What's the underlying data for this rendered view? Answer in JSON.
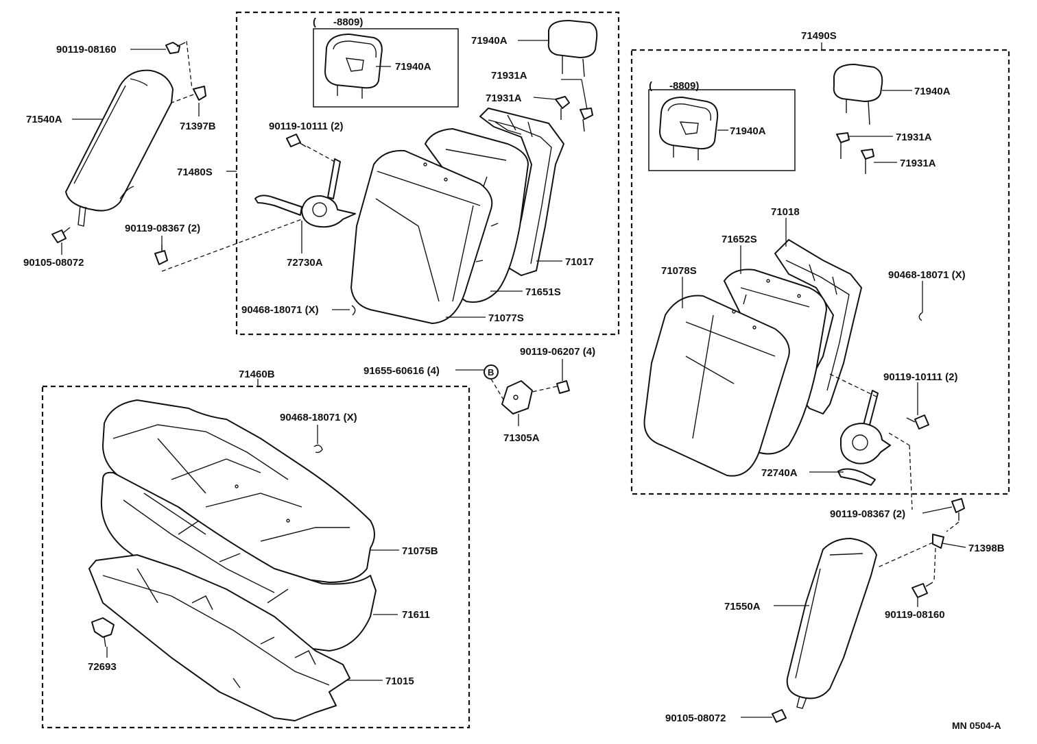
{
  "labels": {
    "p90119_08160_left": "90119-08160",
    "p71540A": "71540A",
    "p71397B": "71397B",
    "p71480S": "71480S",
    "p90119_08367_left": "90119-08367  (2)",
    "p90105_08072_left": "90105-08072",
    "p8809_left": "(      -8809)",
    "p71940A_inset_left": "71940A",
    "p71940A_top": "71940A",
    "p71931A_a": "71931A",
    "p71931A_b": "71931A",
    "p90119_10111_left": "90119-10111  (2)",
    "p72730A": "72730A",
    "p71017": "71017",
    "p71651S": "71651S",
    "p71077S": "71077S",
    "p90468_18071_left": "90468-18071  (X)",
    "p71490S": "71490S",
    "p8809_right": "(      -8809)",
    "p71940A_inset_right": "71940A",
    "p71940A_right": "71940A",
    "p71931A_c": "71931A",
    "p71931A_d": "71931A",
    "p71018": "71018",
    "p71652S": "71652S",
    "p71078S": "71078S",
    "p90468_18071_right": "90468-18071  (X)",
    "p90119_10111_right": "90119-10111  (2)",
    "p72740A": "72740A",
    "p90119_08367_right": "90119-08367  (2)",
    "p71398B": "71398B",
    "p90119_08160_right": "90119-08160",
    "p71550A": "71550A",
    "p90105_08072_right": "90105-08072",
    "p91655_60616": "91655-60616  (4)",
    "ref_B": "B",
    "p90119_06207": "90119-06207  (4)",
    "p71305A": "71305A",
    "p71460B": "71460B",
    "p90468_18071_bottom": "90468-18071  (X)",
    "p71075B": "71075B",
    "p71611": "71611",
    "p72693": "72693",
    "p71015": "71015",
    "diagram_code": "MN 0504-A"
  }
}
